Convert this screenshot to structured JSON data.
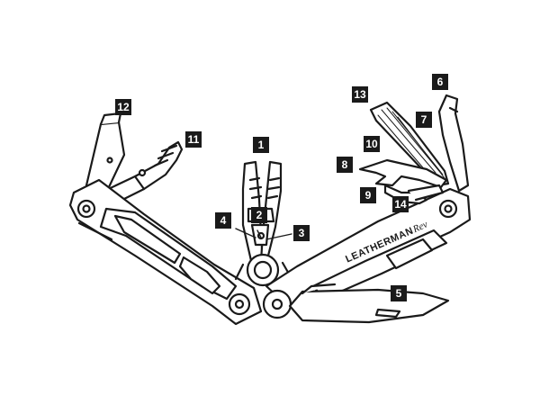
{
  "brand": {
    "name": "LEATHERMAN",
    "model": "Rev"
  },
  "callouts": [
    {
      "id": "1",
      "label": "1"
    },
    {
      "id": "2",
      "label": "2"
    },
    {
      "id": "3",
      "label": "3"
    },
    {
      "id": "4",
      "label": "4"
    },
    {
      "id": "5",
      "label": "5"
    },
    {
      "id": "6",
      "label": "6"
    },
    {
      "id": "7",
      "label": "7"
    },
    {
      "id": "8",
      "label": "8"
    },
    {
      "id": "9",
      "label": "9"
    },
    {
      "id": "10",
      "label": "10"
    },
    {
      "id": "11",
      "label": "11"
    },
    {
      "id": "12",
      "label": "12"
    },
    {
      "id": "13",
      "label": "13"
    },
    {
      "id": "14",
      "label": "14"
    }
  ],
  "colors": {
    "stroke": "#1a1a1a",
    "fill": "#ffffff",
    "callout_bg": "#1a1a1a",
    "callout_text": "#ffffff"
  }
}
